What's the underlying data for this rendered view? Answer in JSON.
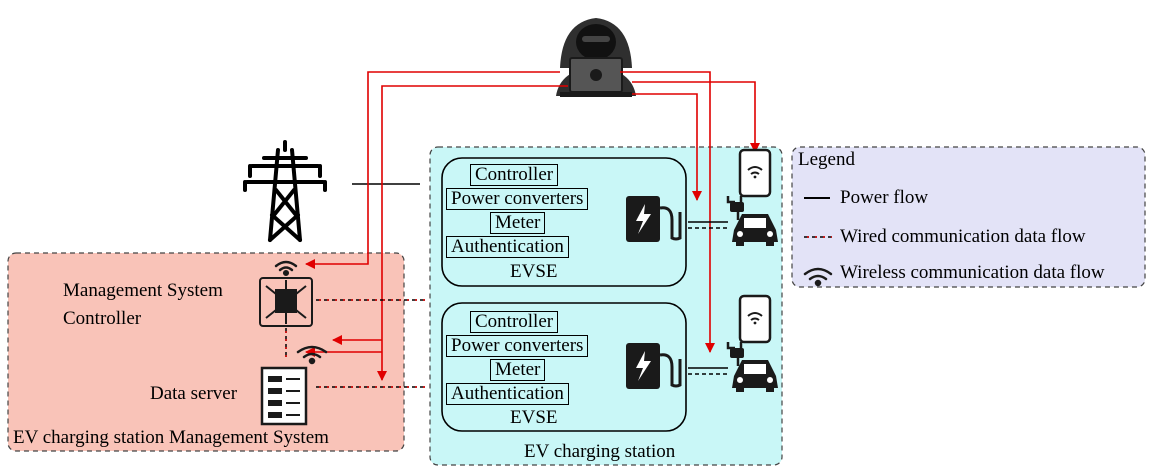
{
  "management_system": {
    "title": "EV charging station Management System",
    "controller_label_line1": "Management System",
    "controller_label_line2": "Controller",
    "data_server_label": "Data server"
  },
  "charging_station": {
    "title": "EV charging station",
    "evse_units": [
      {
        "components": [
          "Controller",
          "Power converters",
          "Meter",
          "Authentication"
        ],
        "label": "EVSE"
      },
      {
        "components": [
          "Controller",
          "Power converters",
          "Meter",
          "Authentication"
        ],
        "label": "EVSE"
      }
    ]
  },
  "legend": {
    "title": "Legend",
    "items": [
      {
        "icon": "solid-line",
        "label": "Power flow"
      },
      {
        "icon": "dashed-red-line",
        "label": "Wired communication data flow"
      },
      {
        "icon": "wifi-icon",
        "label": "Wireless communication data flow"
      }
    ]
  },
  "colors": {
    "management_fill": "#f9c3b8",
    "station_fill": "#c9f7f7",
    "legend_fill": "#e3e3f7",
    "attack_line": "#e00000",
    "icon_dark": "#1a1a1a"
  }
}
